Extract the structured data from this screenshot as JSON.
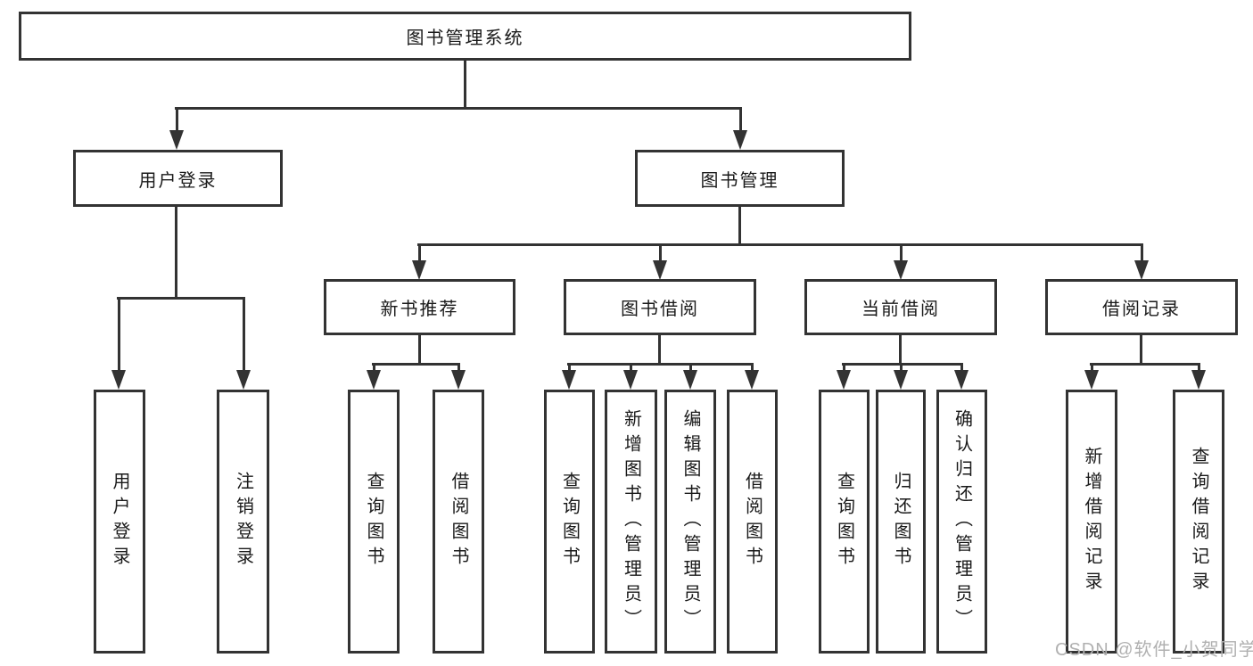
{
  "tree": {
    "root": "图书管理系统",
    "user": {
      "label": "用户登录",
      "children": [
        "用户登录",
        "注销登录"
      ]
    },
    "mgmt": {
      "label": "图书管理"
    },
    "modules": [
      {
        "label": "新书推荐",
        "children": [
          "查询图书",
          "借阅图书"
        ]
      },
      {
        "label": "图书借阅",
        "children": [
          "查询图书",
          "新增图书（管理员）",
          "编辑图书（管理员）",
          "借阅图书"
        ]
      },
      {
        "label": "当前借阅",
        "children": [
          "查询图书",
          "归还图书",
          "确认归还（管理员）"
        ]
      },
      {
        "label": "借阅记录",
        "children": [
          "新增借阅记录",
          "查询借阅记录"
        ]
      }
    ]
  },
  "watermark": "CSDN @软件_小贺同学",
  "colors": {
    "line": "#333333",
    "box_border": "#333333",
    "box_background": "#ffffff",
    "text": "#1a1a1a",
    "watermark": "#b0b0b0",
    "page_background": "#ffffff"
  }
}
